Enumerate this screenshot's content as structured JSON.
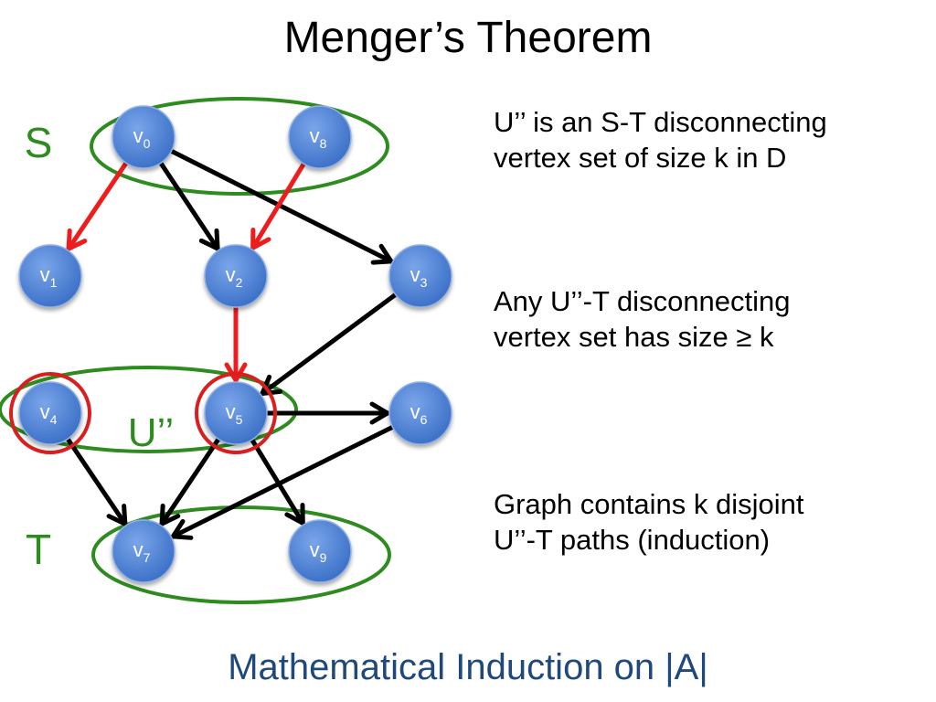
{
  "slide": {
    "title": "Menger’s Theorem",
    "footer": "Mathematical Induction on |A|"
  },
  "notes": [
    {
      "lines": [
        "U’’ is an S-T disconnecting",
        "vertex set of size k in D"
      ]
    },
    {
      "lines": [
        "Any U’’-T disconnecting",
        "vertex set has size ≥ k"
      ]
    },
    {
      "lines": [
        "Graph contains k disjoint",
        "U’’-T paths (induction)"
      ]
    }
  ],
  "colors": {
    "node_fill": "#4a7fd4",
    "node_stroke": "#8fb0e6",
    "edge_black": "#000000",
    "edge_red": "#ee1c1c",
    "group_green": "#2e8b1f",
    "highlight_red": "#d81e1e"
  },
  "diagram": {
    "nodes": [
      {
        "id": "v0",
        "base": "v",
        "sub": "0"
      },
      {
        "id": "v8",
        "base": "v",
        "sub": "8"
      },
      {
        "id": "v1",
        "base": "v",
        "sub": "1"
      },
      {
        "id": "v2",
        "base": "v",
        "sub": "2"
      },
      {
        "id": "v3",
        "base": "v",
        "sub": "3"
      },
      {
        "id": "v4",
        "base": "v",
        "sub": "4"
      },
      {
        "id": "v5",
        "base": "v",
        "sub": "5"
      },
      {
        "id": "v6",
        "base": "v",
        "sub": "6"
      },
      {
        "id": "v7",
        "base": "v",
        "sub": "7"
      },
      {
        "id": "v9",
        "base": "v",
        "sub": "9"
      }
    ],
    "edges": [
      {
        "from": "v0",
        "to": "v1",
        "color": "red"
      },
      {
        "from": "v0",
        "to": "v2",
        "color": "black"
      },
      {
        "from": "v0",
        "to": "v3",
        "color": "black"
      },
      {
        "from": "v8",
        "to": "v2",
        "color": "red"
      },
      {
        "from": "v2",
        "to": "v5",
        "color": "red"
      },
      {
        "from": "v3",
        "to": "v5",
        "color": "black"
      },
      {
        "from": "v5",
        "to": "v6",
        "color": "black"
      },
      {
        "from": "v4",
        "to": "v7",
        "color": "black"
      },
      {
        "from": "v5",
        "to": "v7",
        "color": "black"
      },
      {
        "from": "v5",
        "to": "v9",
        "color": "black"
      },
      {
        "from": "v6",
        "to": "v7",
        "color": "black"
      }
    ],
    "groups": [
      {
        "id": "S",
        "label": "S",
        "members": [
          "v0",
          "v8"
        ]
      },
      {
        "id": "U",
        "label": "U’’",
        "members": [
          "v4",
          "v5"
        ]
      },
      {
        "id": "T",
        "label": "T",
        "members": [
          "v7",
          "v9"
        ]
      }
    ],
    "highlighted": [
      "v4",
      "v5"
    ]
  }
}
